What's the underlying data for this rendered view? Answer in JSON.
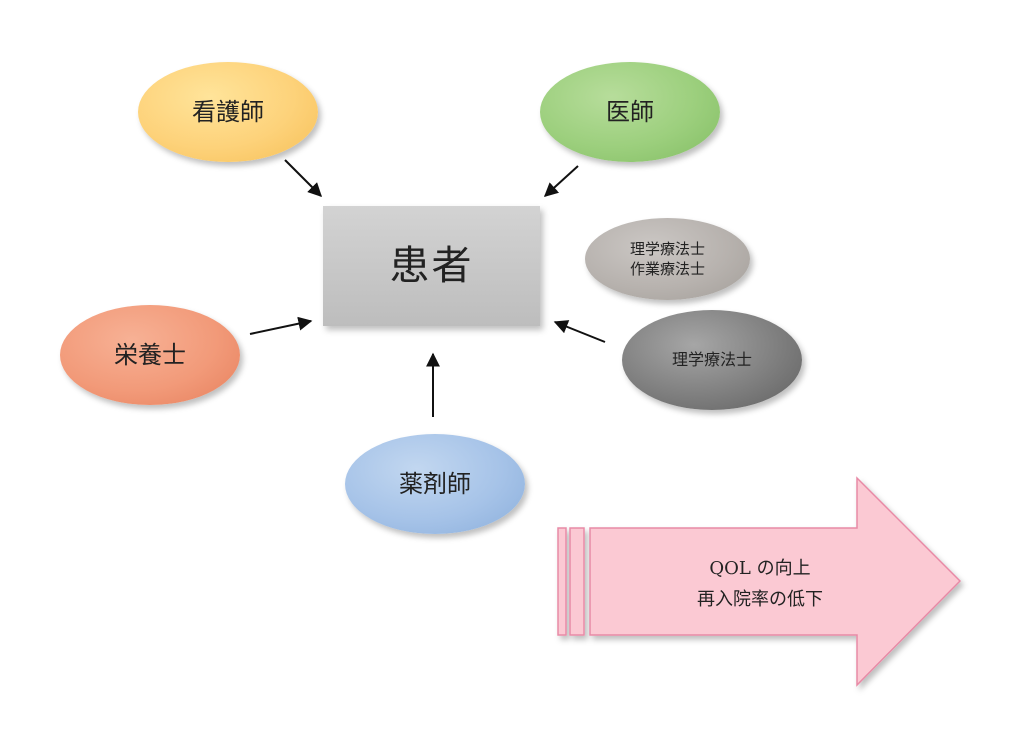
{
  "center": {
    "label": "患者"
  },
  "roles": {
    "nurse": "看護師",
    "doctor": "医師",
    "nutritionist": "栄養士",
    "pharmacist": "薬剤師",
    "therapists_line1": "理学療法士",
    "therapists_line2": "作業療法士",
    "physical_therapist": "理学療法士"
  },
  "outcome": {
    "line1": "QOL の向上",
    "line2": "再入院率の低下"
  },
  "colors": {
    "nurse": "#fdd27a",
    "doctor": "#9ccf7d",
    "nutritionist": "#f29a79",
    "pharmacist": "#a6c3e8",
    "therapists": "#b7b2ae",
    "physical_therapist": "#7f7f7f",
    "patient_box": "#c8c8c8",
    "outcome_arrow_fill": "#fbc9d3",
    "outcome_arrow_stroke": "#e88aa6"
  }
}
